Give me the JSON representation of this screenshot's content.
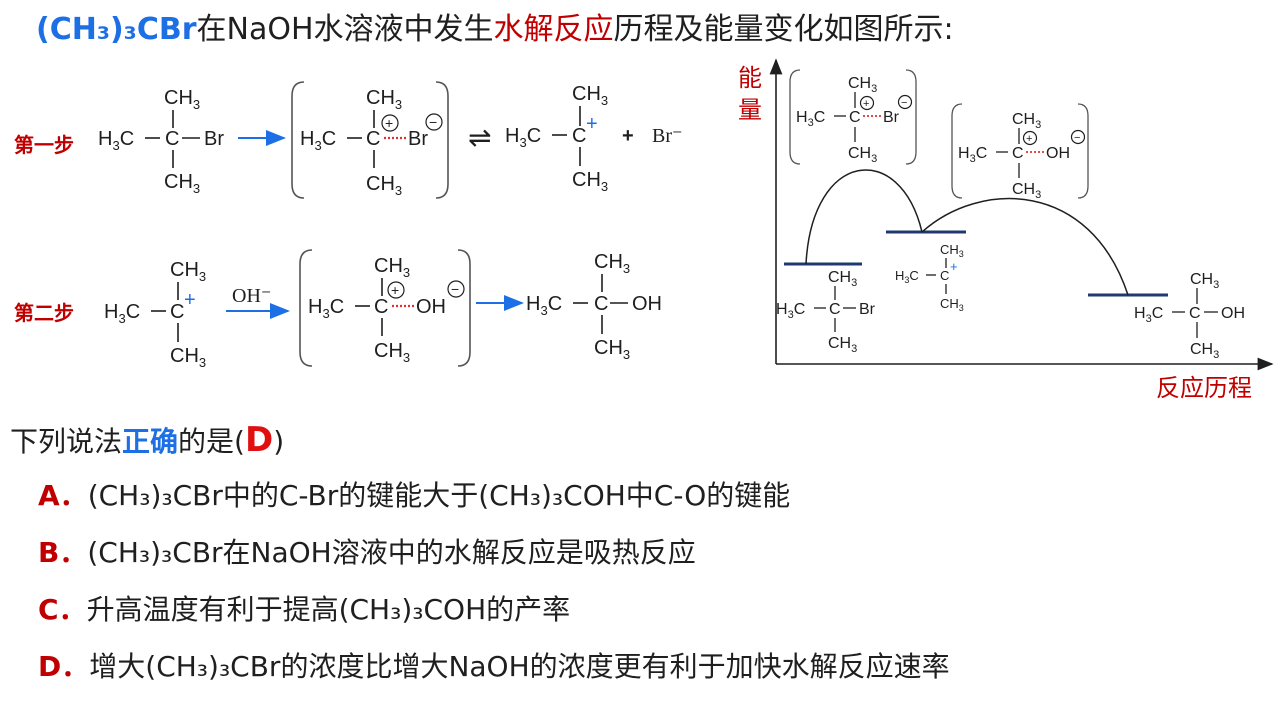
{
  "title": {
    "formula": "(CH₃)₃CBr",
    "text1": "在NaOH水溶液中发生",
    "highlight": "水解反应",
    "text2": "历程及能量变化如图所示:"
  },
  "reaction": {
    "step1_label": "第一步",
    "step2_label": "第二步",
    "ch": "CH",
    "h": "H",
    "sub3": "3",
    "c": "C",
    "br": "Br",
    "br_ion": "Br⁻",
    "oh": "OH",
    "oh_reagent": "OH⁻",
    "plus": "+",
    "minus": "−",
    "equilibrium": "⇌"
  },
  "energy_diagram": {
    "ylabel": "能量",
    "xlabel": "反应历程"
  },
  "question": {
    "prefix": "下列说法",
    "emphasis": "正确",
    "suffix": "的是(",
    "answer": "D",
    "close": ")"
  },
  "options": [
    {
      "letter": "A",
      "sep": "．",
      "text": "(CH₃)₃CBr中的C-Br的键能大于(CH₃)₃COH中C-O的键能"
    },
    {
      "letter": "B",
      "sep": "．",
      "text": "(CH₃)₃CBr在NaOH溶液中的水解反应是吸热反应"
    },
    {
      "letter": "C",
      "sep": "．",
      "text": "升高温度有利于提高(CH₃)₃COH的产率"
    },
    {
      "letter": "D",
      "sep": "．",
      "text": "增大(CH₃)₃CBr的浓度比增大NaOH的浓度更有利于加快水解反应速率"
    }
  ]
}
